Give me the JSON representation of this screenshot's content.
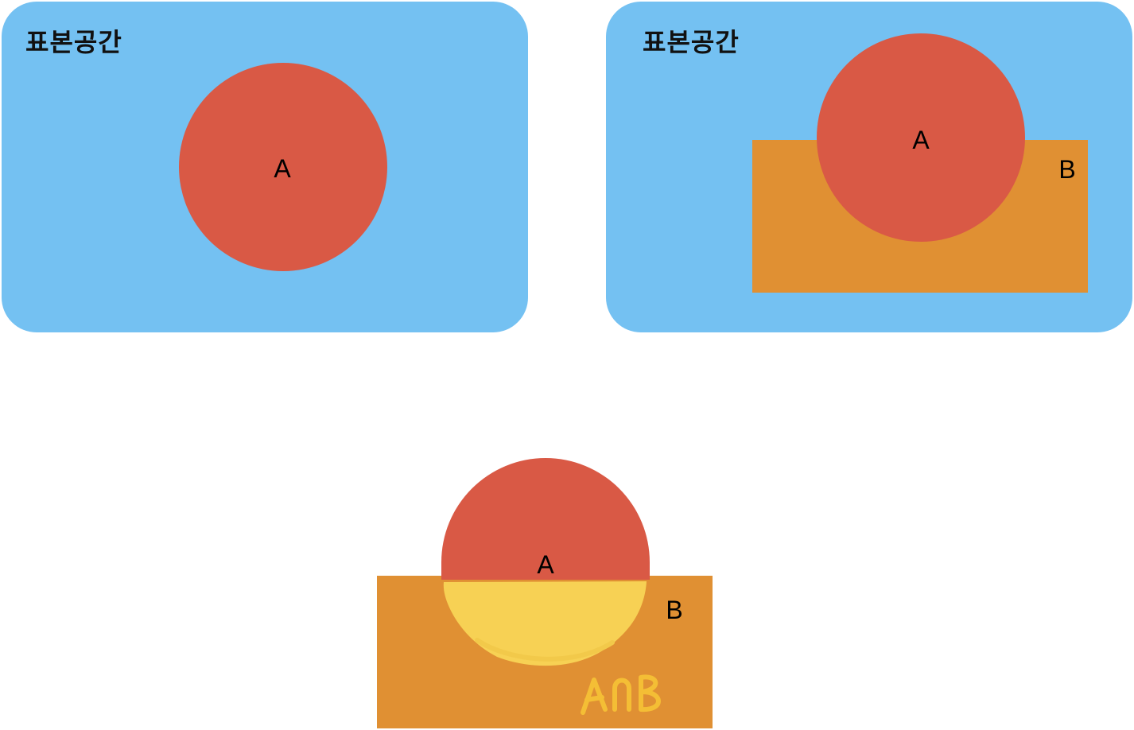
{
  "panels": [
    {
      "title": "표본공간",
      "circle_label": "A"
    },
    {
      "title": "표본공간",
      "circle_label": "A",
      "rect_label": "B"
    }
  ],
  "bottom": {
    "circle_label": "A",
    "rect_label": "B",
    "intersection_label": "A∩B"
  },
  "colors": {
    "sample_space": "#74C1F2",
    "event_a": "#D95945",
    "event_b": "#E09033",
    "intersection": "#F7D154",
    "handwriting": "#F4BE35"
  }
}
